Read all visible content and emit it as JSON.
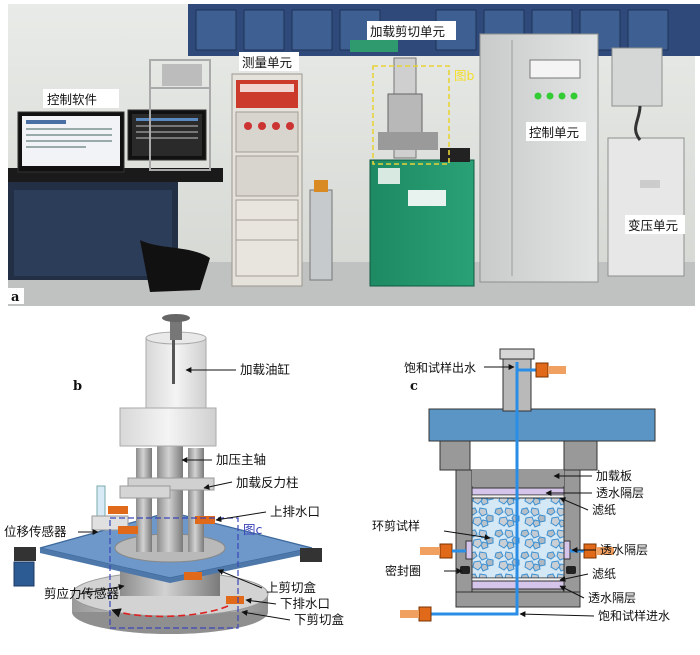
{
  "panel_a": {
    "letter": "a",
    "labels": {
      "control_software": "控制软件",
      "measure_unit": "测量单元",
      "shear_unit": "加载剪切单元",
      "fig_b_ref": "图b",
      "control_unit": "控制单元",
      "transformer_unit": "变压单元"
    }
  },
  "panel_b": {
    "letter": "b",
    "labels": {
      "oil_cylinder": "加载油缸",
      "main_shaft": "加压主轴",
      "reaction_column": "加载反力柱",
      "upper_drain": "上排水口",
      "fig_c_ref": "图c",
      "displacement_sensor": "位移传感器",
      "upper_shear_box": "上剪切盒",
      "shear_force_sensor": "剪应力传感器",
      "lower_drain": "下排水口",
      "lower_shear_box": "下剪切盒"
    }
  },
  "panel_c": {
    "letter": "c",
    "labels": {
      "saturation_outlet": "饱和试样出水",
      "loading_plate": "加载板",
      "permeable_layer_top": "透水隔层",
      "filter_paper_top": "滤纸",
      "ring_sample": "环剪试样",
      "permeable_layer_side": "透水隔层",
      "seal_ring": "密封圈",
      "filter_paper_bottom": "滤纸",
      "permeable_layer_bottom": "透水隔层",
      "saturation_inlet": "饱和试样进水"
    }
  }
}
